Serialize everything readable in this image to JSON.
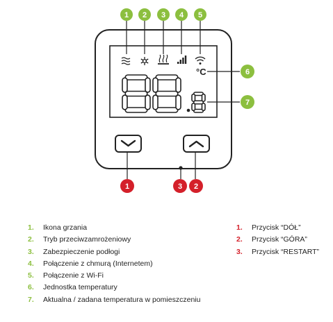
{
  "colors": {
    "green": "#8cbf3f",
    "red": "#d4202a",
    "frame": "#222222"
  },
  "display": {
    "main_digits": "88",
    "decimal_digit": "8",
    "unit": "°C"
  },
  "icons": [
    "heating-waves-icon",
    "snowflake-icon",
    "floor-heating-icon",
    "signal-bars-icon",
    "wifi-icon"
  ],
  "badges": {
    "top": [
      "1",
      "2",
      "3",
      "4",
      "5"
    ],
    "side": [
      "6",
      "7"
    ],
    "bottom_left": "1",
    "bottom_restart": "3",
    "bottom_right": "2"
  },
  "legend_left": [
    {
      "num": "1.",
      "label": "Ikona grzania"
    },
    {
      "num": "2.",
      "label": "Tryb przeciwzamrożeniowy"
    },
    {
      "num": "3.",
      "label": "Zabezpieczenie podłogi"
    },
    {
      "num": "4.",
      "label": "Połączenie z chmurą (Internetem)"
    },
    {
      "num": "5.",
      "label": "Połączenie z Wi-Fi"
    },
    {
      "num": "6.",
      "label": "Jednostka temperatury"
    },
    {
      "num": "7.",
      "label": "Aktualna / zadana temperatura w pomieszczeniu"
    }
  ],
  "legend_right": [
    {
      "num": "1.",
      "label": "Przycisk “DÓŁ”"
    },
    {
      "num": "2.",
      "label": "Przycisk “GÓRA”"
    },
    {
      "num": "3.",
      "label": "Przycisk “RESTART”"
    }
  ]
}
